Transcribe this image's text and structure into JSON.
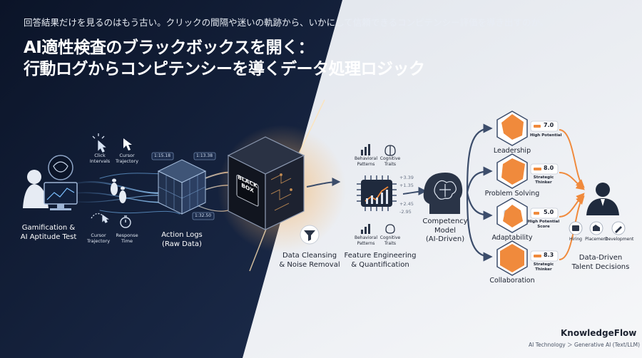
{
  "header": {
    "subtitle": "回答結果だけを見るのはもう古い。クリックの間隔や迷いの軌跡から、いかにして信頼できるコンピテンシー評価を導き出すのか。",
    "title_line1": "AI適性検査のブラックボックスを開く：",
    "title_line2": "行動ログからコンピテンシーを導くデータ処理ロジック"
  },
  "stages": {
    "gamification": {
      "label1": "Gamification &",
      "label2": "AI Aptitude Test"
    },
    "action_logs": {
      "label1": "Action Logs",
      "label2": "(Raw Data)"
    },
    "black_box": {
      "text1": "BLACK",
      "text2": "BOX"
    },
    "cleansing": {
      "label1": "Data Cleansing",
      "label2": "& Noise Removal"
    },
    "feature": {
      "label1": "Feature Engineering",
      "label2": "& Quantification"
    },
    "model": {
      "label1": "Competency",
      "label2": "Model",
      "label3": "(AI-Driven)"
    },
    "decisions": {
      "label1": "Data-Driven",
      "label2": "Talent Decisions"
    }
  },
  "signals": {
    "click": {
      "l1": "Click",
      "l2": "Intervals"
    },
    "cursor_top": {
      "l1": "Cursor",
      "l2": "Trajectory"
    },
    "cursor_bottom": {
      "l1": "Cursor",
      "l2": "Trajectory"
    },
    "response": {
      "l1": "Response",
      "l2": "Time"
    }
  },
  "timestamps": [
    "1:15.18",
    "1:13.38",
    "1:32.50"
  ],
  "feature_tags": {
    "behavioral_top": {
      "l1": "Behavioral",
      "l2": "Patterns"
    },
    "cognitive_top": {
      "l1": "Cognitive",
      "l2": "Traits"
    },
    "behavioral_bottom": {
      "l1": "Behavioral",
      "l2": "Patterns"
    },
    "cognitive_bottom": {
      "l1": "Cognitive",
      "l2": "Traits"
    }
  },
  "feature_values": [
    "+3.39",
    "+1.35",
    "+2.45",
    "-2.95"
  ],
  "competencies": [
    {
      "name": "Leadership",
      "score": "7.0",
      "tag": "High Potential"
    },
    {
      "name": "Problem Solving",
      "score": "8.0",
      "tag1": "Strategic",
      "tag2": "Thinker"
    },
    {
      "name": "Adaptability",
      "score": "5.0",
      "tag1": "High Potential",
      "tag2": "Score"
    },
    {
      "name": "Collaboration",
      "score": "8.3",
      "tag1": "Strategic",
      "tag2": "Thinker"
    }
  ],
  "decision_items": [
    "Hiring",
    "Placement",
    "Development"
  ],
  "footer": {
    "brand": "KnowledgeFlow",
    "breadcrumb": "AI Technology ＞ Generative AI (Text/LLM)"
  },
  "colors": {
    "accent": "#f08a3c",
    "dark_bg": "#0f1b33",
    "light_bg": "#eef0f3",
    "ink": "#1c2230"
  }
}
